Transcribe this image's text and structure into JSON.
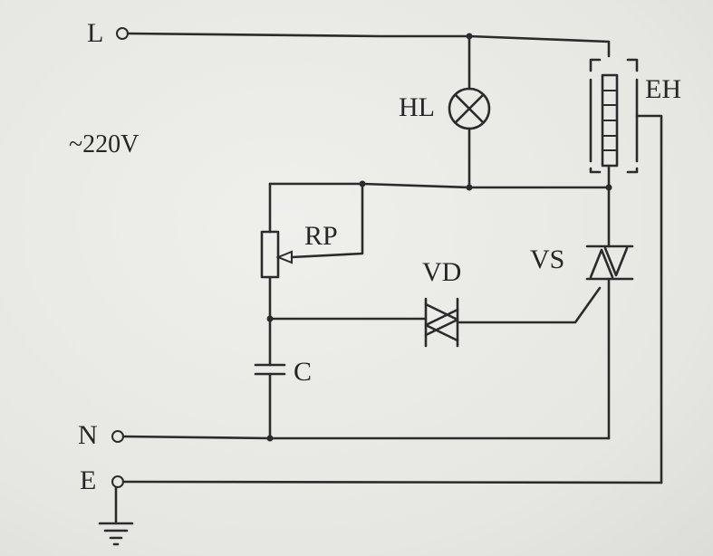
{
  "terminals": {
    "live": "L",
    "neutral": "N",
    "earth": "E"
  },
  "supply": "~220V",
  "components": {
    "lamp": "HL",
    "heater": "EH",
    "potentiometer": "RP",
    "diac": "VD",
    "triac": "VS",
    "capacitor": "C"
  }
}
